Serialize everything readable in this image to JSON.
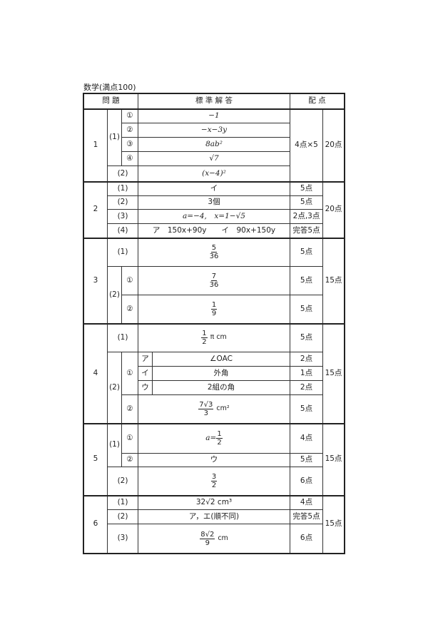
{
  "title": "数学(満点100)",
  "header": {
    "problem": "問 題",
    "answer": "標 準 解 答",
    "points": "配 点"
  },
  "q1": {
    "num": "1",
    "p1": "(1)",
    "p2": "(2)",
    "marks": [
      "①",
      "②",
      "③",
      "④"
    ],
    "answers": [
      "−1",
      "−x−3y",
      "8ab²",
      "√7"
    ],
    "answer_p2": "(x−4)²",
    "points": "4点×5",
    "total": "20点"
  },
  "q2": {
    "num": "2",
    "parts": [
      "(1)",
      "(2)",
      "(3)",
      "(4)"
    ],
    "answers": [
      "イ",
      "3個",
      "a=−4,　x=1−√5",
      "ア　150x+90y　　イ　90x+150y"
    ],
    "points": [
      "5点",
      "5点",
      "2点,3点",
      "完答5点"
    ],
    "total": "20点"
  },
  "q3": {
    "num": "3",
    "p1": "(1)",
    "p2": "(2)",
    "m1": "①",
    "m2": "②",
    "a1": {
      "n": "5",
      "d": "36"
    },
    "a2": {
      "n": "7",
      "d": "36"
    },
    "a3": {
      "n": "1",
      "d": "9"
    },
    "points": [
      "5点",
      "5点",
      "5点"
    ],
    "total": "15点"
  },
  "q4": {
    "num": "4",
    "p1": "(1)",
    "p2": "(2)",
    "m1": "①",
    "m2": "②",
    "a1": {
      "n": "1",
      "d": "2",
      "suffix": "π cm"
    },
    "sub": [
      {
        "k": "ア",
        "a": "∠OAC",
        "p": "2点"
      },
      {
        "k": "イ",
        "a": "外角",
        "p": "1点"
      },
      {
        "k": "ウ",
        "a": "2組の角",
        "p": "2点"
      }
    ],
    "a2": {
      "n": "7√3",
      "d": "3",
      "unit": "cm²"
    },
    "points": [
      "5点",
      "5点"
    ],
    "total": "15点"
  },
  "q5": {
    "num": "5",
    "p1": "(1)",
    "p2": "(2)",
    "m1": "①",
    "m2": "②",
    "a1": {
      "pre": "a=",
      "n": "1",
      "d": "2"
    },
    "a2": "ウ",
    "a3": {
      "n": "3",
      "d": "2"
    },
    "points": [
      "4点",
      "5点",
      "6点"
    ],
    "total": "15点"
  },
  "q6": {
    "num": "6",
    "parts": [
      "(1)",
      "(2)",
      "(3)"
    ],
    "a1": "32√2 cm³",
    "a2": "ア，エ(順不同)",
    "a3": {
      "n": "8√2",
      "d": "9",
      "unit": "cm"
    },
    "points": [
      "4点",
      "完答5点",
      "6点"
    ],
    "total": "15点"
  }
}
